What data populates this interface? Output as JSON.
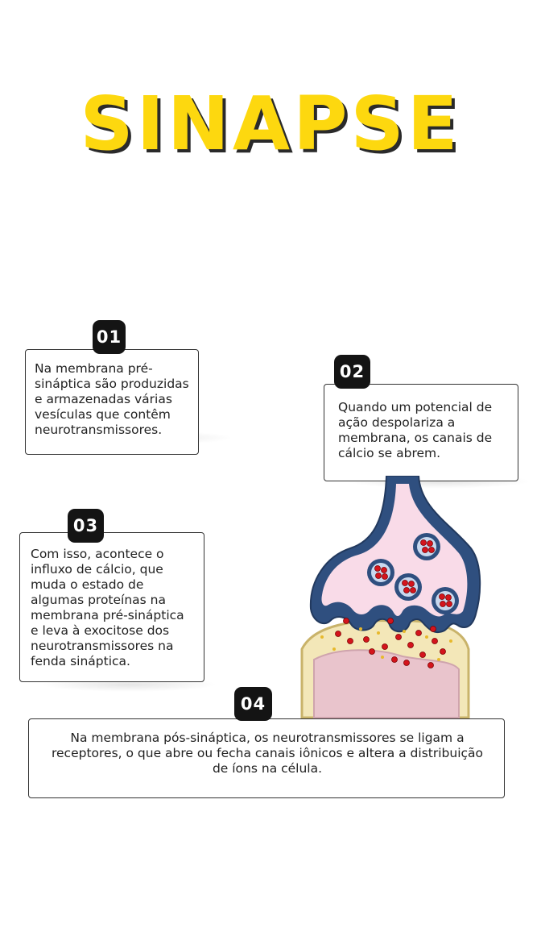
{
  "title": "SINAPSE",
  "steps": [
    {
      "number": "01",
      "text": "Na membrana pré-sináptica são produzidas e armazenadas várias vesículas que contêm neurotransmissores."
    },
    {
      "number": "02",
      "text": "Quando um potencial de ação despolariza a membrana, os canais de cálcio se abrem."
    },
    {
      "number": "03",
      "text": "Com isso, acontece o influxo de cálcio, que muda o estado de algumas proteínas na membrana pré-sináptica e leva à exocitose dos neurotransmissores na fenda sináptica."
    },
    {
      "number": "04",
      "text": "Na membrana pós-sináptica, os neurotransmissores se ligam a receptores, o que abre ou fecha canais iônicos e altera a distribuição de íons na célula."
    }
  ],
  "colors": {
    "title": "#fdd80f",
    "badge": "#141414",
    "presynaptic": "#2f4f7f",
    "presynaptic_fill": "#f9dbe8",
    "postsynaptic": "#f3e7b8",
    "neurotransmitter": "#d4141c"
  }
}
